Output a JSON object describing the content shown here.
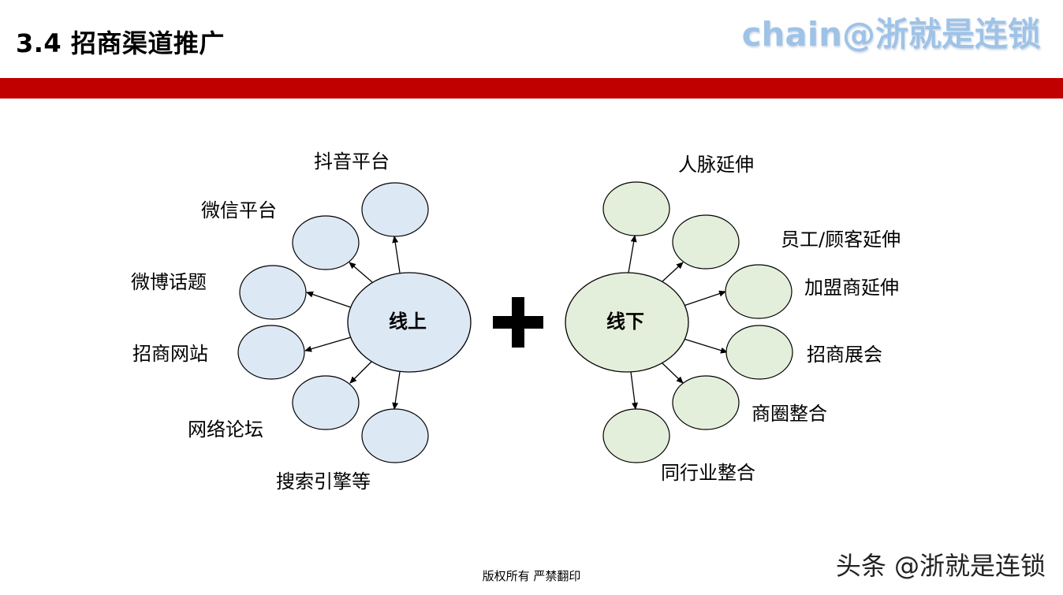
{
  "slide": {
    "title": "3.4 招商渠道推广",
    "brand": "chain@浙就是连锁",
    "footer": "版权所有  严禁翻印",
    "watermark": "头条 @浙就是连锁"
  },
  "colors": {
    "accent_bar": "#c00000",
    "online_fill": "#dde8f5",
    "offline_fill": "#e4efdb",
    "brand_text": "#9fc3e6"
  },
  "online": {
    "hub": "线上",
    "channels": [
      "抖音平台",
      "微信平台",
      "微博话题",
      "招商网站",
      "网络论坛",
      "搜索引擎等"
    ]
  },
  "plus_icon": "plus-icon",
  "offline": {
    "hub": "线下",
    "channels": [
      "人脉延伸",
      "员工/顾客延伸",
      "加盟商延伸",
      "招商展会",
      "商圈整合",
      "同行业整合"
    ]
  }
}
